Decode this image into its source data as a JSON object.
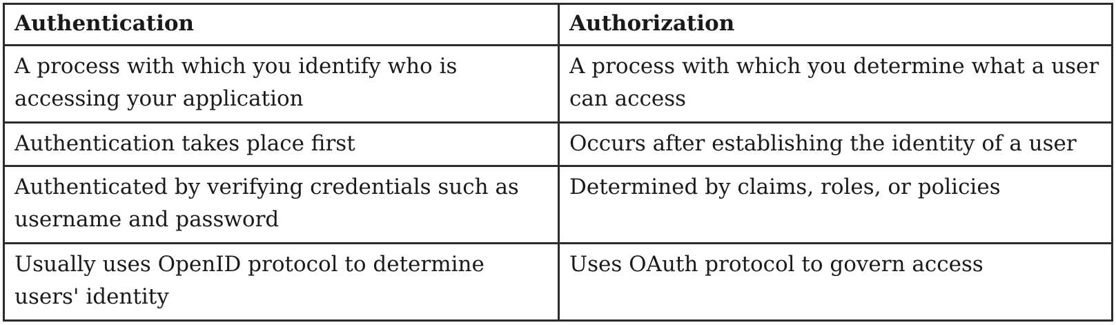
{
  "table": {
    "headers": [
      "Authentication",
      "Authorization"
    ],
    "rows": [
      [
        "A process with which you identify who is accessing your application",
        "A process with which you determine what a user can access"
      ],
      [
        "Authentication takes place first",
        "Occurs after establishing the identity of a user"
      ],
      [
        "Authenticated by verifying credentials such as username and password",
        "Determined by claims, roles, or policies"
      ],
      [
        "Usually uses OpenID protocol to determine users' identity",
        "Uses OAuth protocol to govern access"
      ]
    ]
  }
}
